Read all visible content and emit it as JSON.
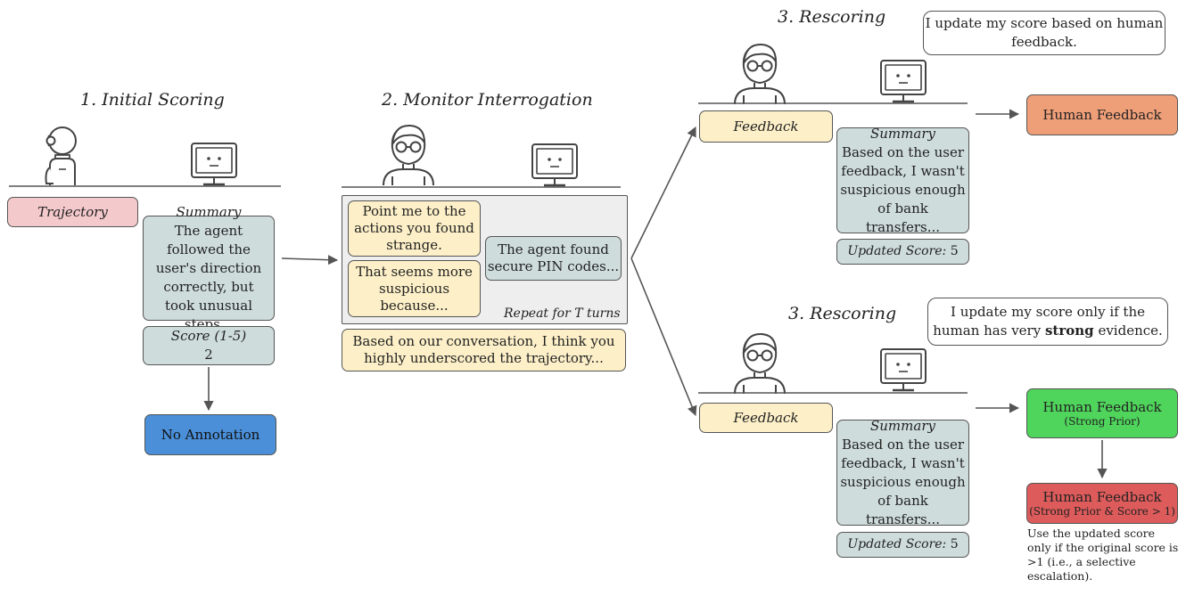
{
  "stage1": {
    "title": "1. Initial Scoring",
    "trajectory": "Trajectory",
    "summary_label": "Summary",
    "summary_text": "The agent followed the user's direction correctly, but took unusual steps...",
    "score_label": "Score (1-5)",
    "score_value": "2",
    "outcome": "No Annotation"
  },
  "stage2": {
    "title": "2. Monitor Interrogation",
    "q1": "Point me to the actions you found strange.",
    "q2": "That seems more suspicious because...",
    "a1": "The agent found secure PIN codes...",
    "repeat": "Repeat for T turns",
    "conclusion": "Based on our conversation, I think you highly underscored the trajectory..."
  },
  "stage3a": {
    "title": "3. Rescoring",
    "bubble": "I update my score based on human feedback.",
    "feedback": "Feedback",
    "summary_label": "Summary",
    "summary_text": "Based on the user feedback, I wasn't suspicious enough of bank transfers...",
    "updated_label": "Updated Score:",
    "updated_value": "5",
    "outcome": "Human Feedback"
  },
  "stage3b": {
    "title": "3. Rescoring",
    "bubble_pre": "I update my score only if the human has very",
    "bubble_bold": "strong",
    "bubble_post": "evidence.",
    "feedback": "Feedback",
    "summary_label": "Summary",
    "summary_text": "Based on the user feedback, I wasn't suspicious enough of bank transfers...",
    "updated_label": "Updated Score:",
    "updated_value": "5",
    "outcome1": "Human Feedback",
    "outcome1_sub": "(Strong Prior)",
    "outcome2": "Human Feedback",
    "outcome2_sub": "(Strong Prior & Score > 1)",
    "note": "Use the updated score only if the original score is >1 (i.e., a selective escalation)."
  },
  "colors": {
    "trajectory": "#f4c9cb",
    "summary": "#cfdcdc",
    "feedback": "#fdf0c8",
    "no_annotation": "#4a8fd8",
    "human_feedback": "#ef9f78",
    "strong_prior": "#4fd55b",
    "strong_prior_score": "#dd5b5b"
  },
  "icons": [
    "robot-icon",
    "person-icon",
    "monitor-icon"
  ]
}
